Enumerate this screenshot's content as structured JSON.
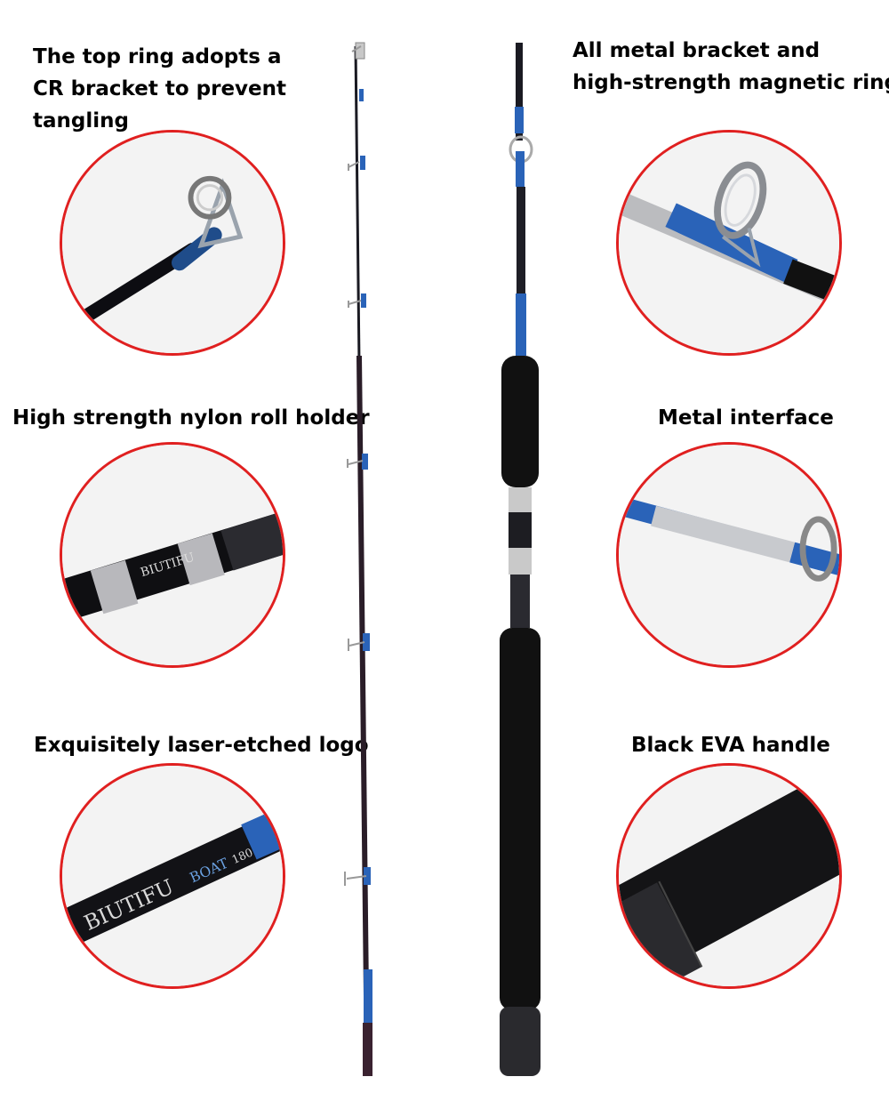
{
  "labels": {
    "top_ring": [
      "The top ring adopts a",
      "CR bracket to prevent",
      "tangling"
    ],
    "metal_bracket": [
      "All metal bracket and",
      "high-strength magnetic ring"
    ],
    "nylon_holder": "High strength nylon roll holder",
    "metal_interface": "Metal interface",
    "laser_logo": "Exquisitely laser-etched logo",
    "eva_handle": "Black EVA handle"
  },
  "brand": {
    "logo_text": "BIUTIFU",
    "model_text": "BOAT",
    "size_text": "180"
  },
  "colors": {
    "circle_border": "#e02020",
    "rod_blue": "#2a63b8",
    "rod_dark": "#1a1a22",
    "handle_black": "#111111"
  }
}
